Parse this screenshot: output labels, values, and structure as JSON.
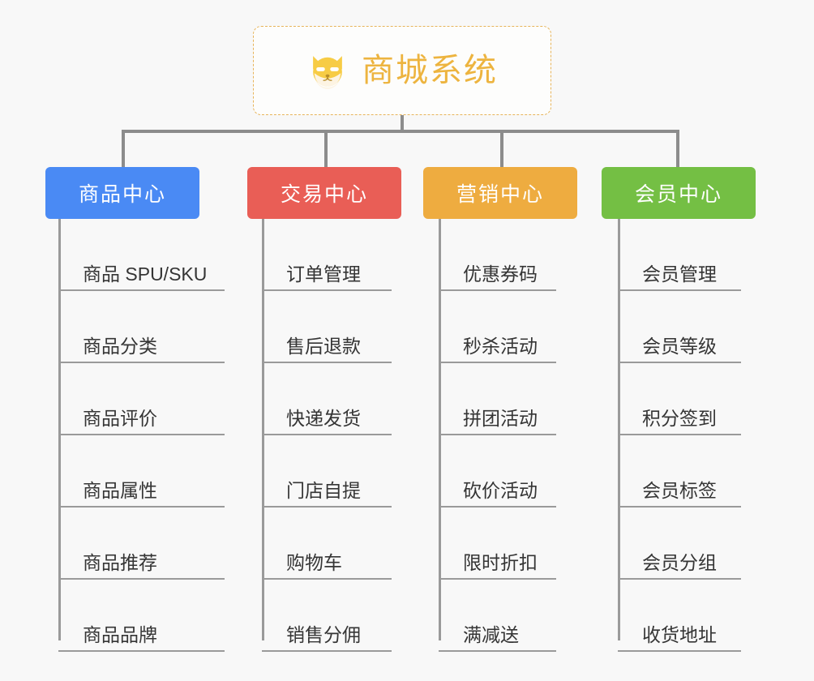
{
  "theme": {
    "background": "#f8f8f8",
    "root_border": "#e7b45a",
    "root_text": "#edb43f",
    "connector": "#8c8c8c",
    "leaf_text": "#353535",
    "leaf_rule": "#9a9a9a"
  },
  "root": {
    "title": "商城系统",
    "icon": "shiba-face-icon",
    "icon_colors": {
      "fur": "#f7cc45",
      "muzzle": "#fdf4e3",
      "eye": "#ffffff",
      "outline": "#b98e2a"
    }
  },
  "branches": [
    {
      "label": "商品中心",
      "color": "#4a8af4",
      "items": [
        "商品 SPU/SKU",
        "商品分类",
        "商品评价",
        "商品属性",
        "商品推荐",
        "商品品牌"
      ]
    },
    {
      "label": "交易中心",
      "color": "#e95e56",
      "items": [
        "订单管理",
        "售后退款",
        "快递发货",
        "门店自提",
        "购物车",
        "销售分佣"
      ]
    },
    {
      "label": "营销中心",
      "color": "#eeac40",
      "items": [
        "优惠券码",
        "秒杀活动",
        "拼团活动",
        "砍价活动",
        "限时折扣",
        "满减送"
      ]
    },
    {
      "label": "会员中心",
      "color": "#74bf44",
      "items": [
        "会员管理",
        "会员等级",
        "积分签到",
        "会员标签",
        "会员分组",
        "收货地址"
      ]
    }
  ]
}
